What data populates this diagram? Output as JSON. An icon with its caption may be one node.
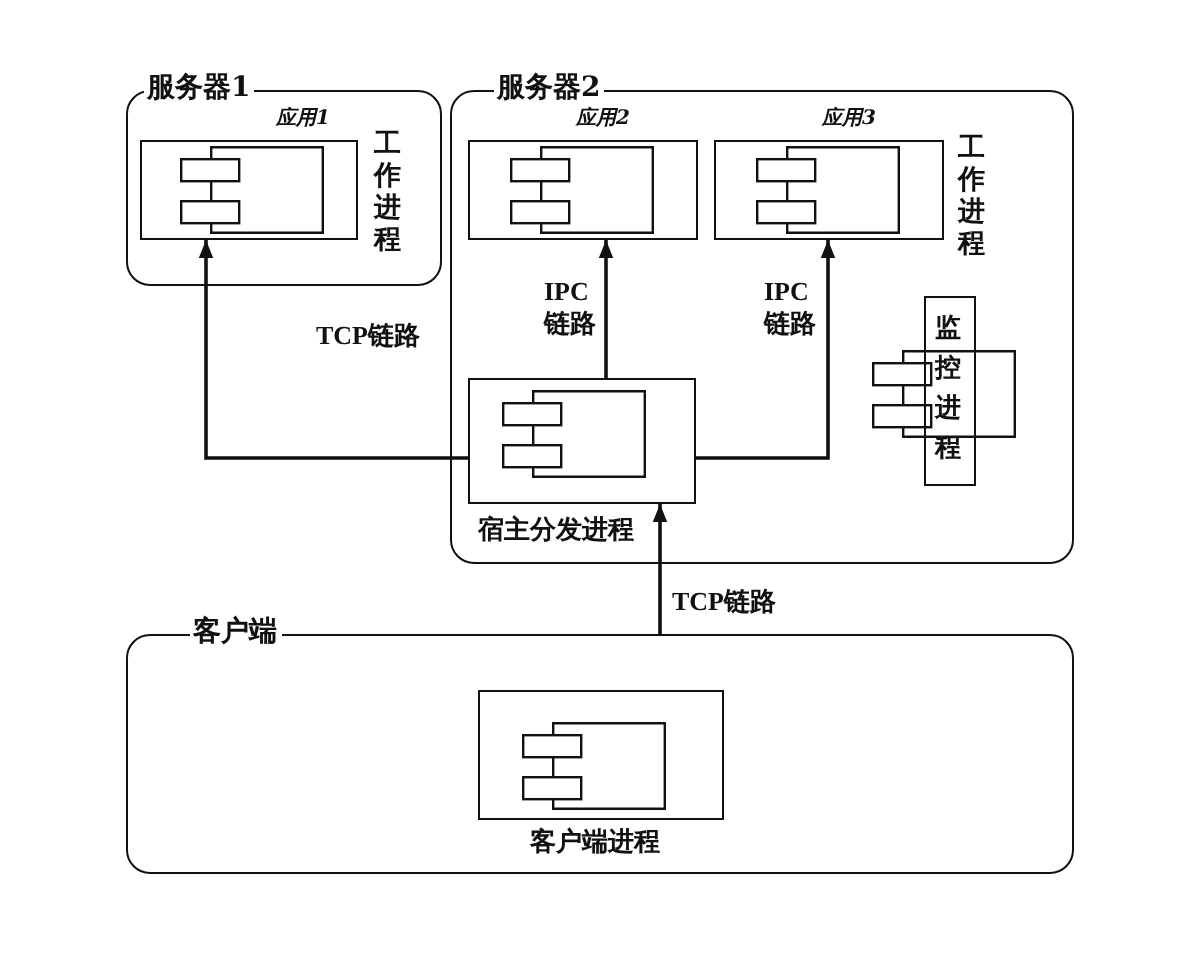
{
  "diagram": {
    "nodes": [
      {
        "text": [
          "服务器1"
        ]
      },
      {
        "text": [
          "应用1"
        ],
        "in": 0,
        "beside": [
          "工作进程"
        ]
      },
      {
        "text": [
          "服务器2"
        ]
      },
      {
        "text": [
          "应用2"
        ],
        "in": 2
      },
      {
        "text": [
          "应用3"
        ],
        "in": 2,
        "beside": [
          "工作进程"
        ]
      },
      {
        "text": [
          "监控进程"
        ],
        "in": 2
      },
      {
        "text": [
          "宿主分发进程"
        ],
        "in": 2
      },
      {
        "text": [
          "客户端"
        ]
      },
      {
        "text": [
          "客户端进程"
        ],
        "in": 7
      }
    ],
    "edges": [
      {
        "from": 6,
        "to": 1,
        "arrow": "to",
        "label": "TCP链路"
      },
      {
        "from": 6,
        "to": 3,
        "arrow": "to",
        "label": "IPC链路"
      },
      {
        "from": 6,
        "to": 4,
        "arrow": "to",
        "label": "IPC链路"
      },
      {
        "from": 7,
        "to": 6,
        "arrow": "to",
        "label": "TCP链路"
      }
    ]
  }
}
